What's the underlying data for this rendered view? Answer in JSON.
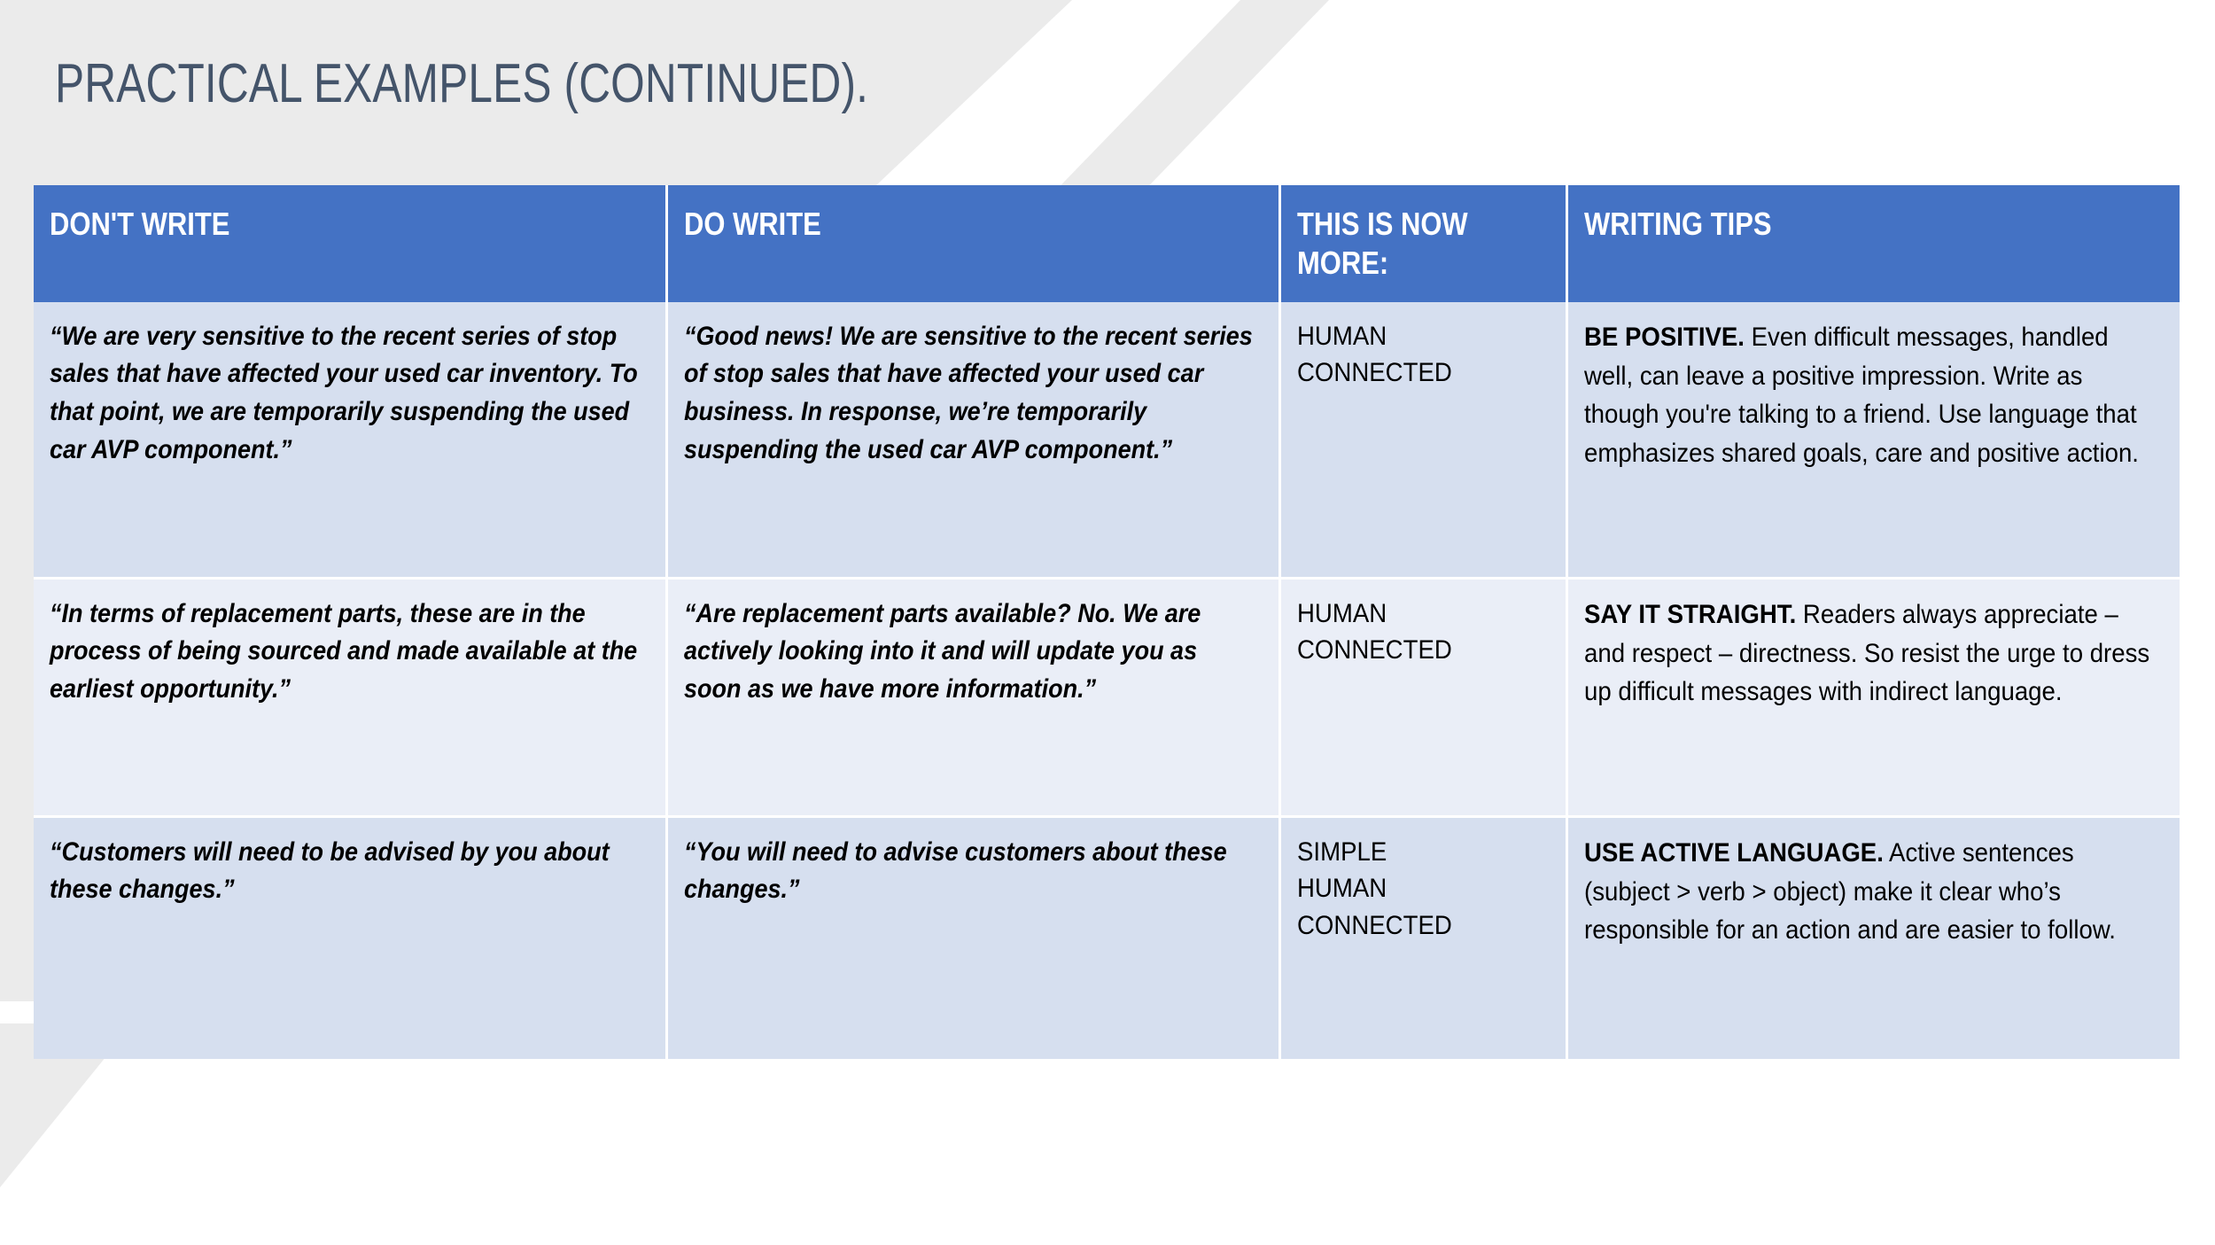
{
  "slide": {
    "title": "PRACTICAL EXAMPLES (CONTINUED).",
    "colors": {
      "title_text": "#44546a",
      "header_fill": "#4472c4",
      "header_text": "#ffffff",
      "row_odd_fill": "#d6dfef",
      "row_even_fill": "#eaeef7",
      "background": "#ffffff",
      "decor_grey": "#ebebeb"
    }
  },
  "table": {
    "headers": [
      "DON'T WRITE",
      "DO WRITE",
      "THIS IS NOW MORE:",
      "WRITING TIPS"
    ],
    "rows": [
      {
        "dont_write": "“We are very sensitive to the recent series of stop sales that have affected your used car inventory. To that point, we are temporarily suspending the used car AVP component.”",
        "do_write": "“Good news! We are sensitive to the recent series of stop sales that have affected your used car business. In response, we’re temporarily suspending the used car AVP component.”",
        "this_is_now_more": "HUMAN\nCONNECTED",
        "tip_title": "BE POSITIVE.",
        "tip_body": " Even difficult messages, handled well, can leave a positive impression. Write as though you're talking to a friend. Use language that emphasizes shared goals, care and positive action."
      },
      {
        "dont_write": "“In terms of replacement parts, these are in the process of being sourced and made available at the earliest opportunity.”",
        "do_write": "“Are replacement parts available? No. We are actively looking into it and will update you as soon as we have more information.”",
        "this_is_now_more": "HUMAN\nCONNECTED",
        "tip_title": "SAY IT STRAIGHT.",
        "tip_body": " Readers always appreciate – and respect – directness. So resist the urge to dress up difficult messages with indirect language."
      },
      {
        "dont_write": "“Customers will need to be advised by you about these changes.”",
        "do_write": "“You will need to advise customers about these changes.”",
        "this_is_now_more": "SIMPLE\nHUMAN\nCONNECTED",
        "tip_title": "USE ACTIVE LANGUAGE.",
        "tip_body": " Active sentences (subject > verb > object) make it clear who’s responsible for an action and are easier to follow."
      }
    ]
  }
}
